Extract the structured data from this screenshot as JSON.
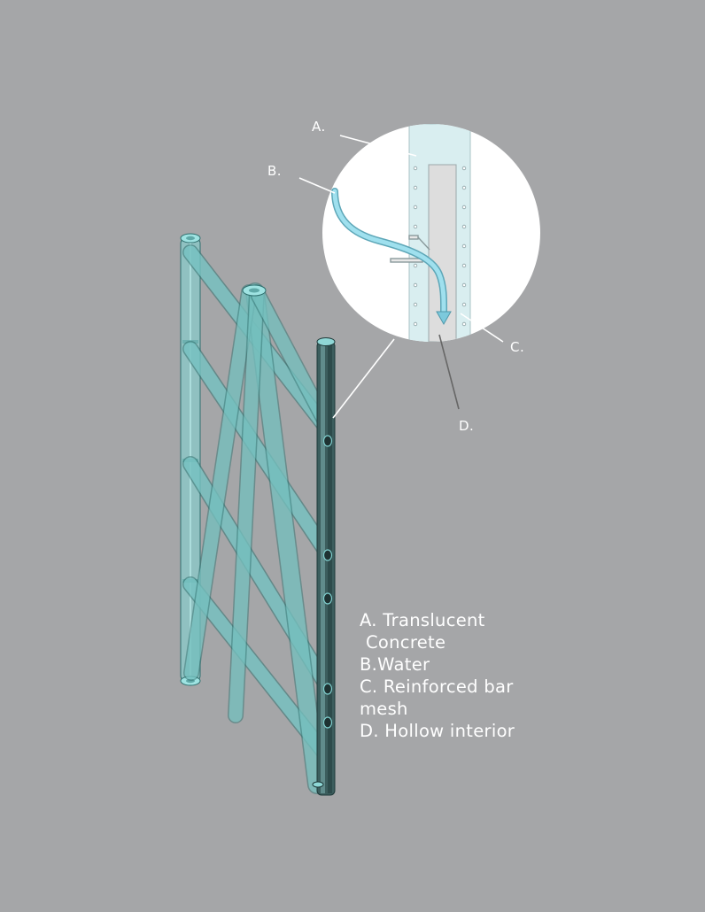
{
  "callouts": {
    "a": "A.",
    "b": "B.",
    "c": "C.",
    "d": "D."
  },
  "legend": {
    "a_line1": "A. Translucent",
    "a_line2": "Concrete",
    "b": "B.Water",
    "c_line1": "C. Reinforced bar",
    "c_line2": "mesh",
    "d": "D. Hollow interior"
  },
  "colors": {
    "background": "#a5a6a8",
    "tube": "#7fd7d6",
    "water": "#8fd3e3",
    "text": "#ffffff"
  }
}
